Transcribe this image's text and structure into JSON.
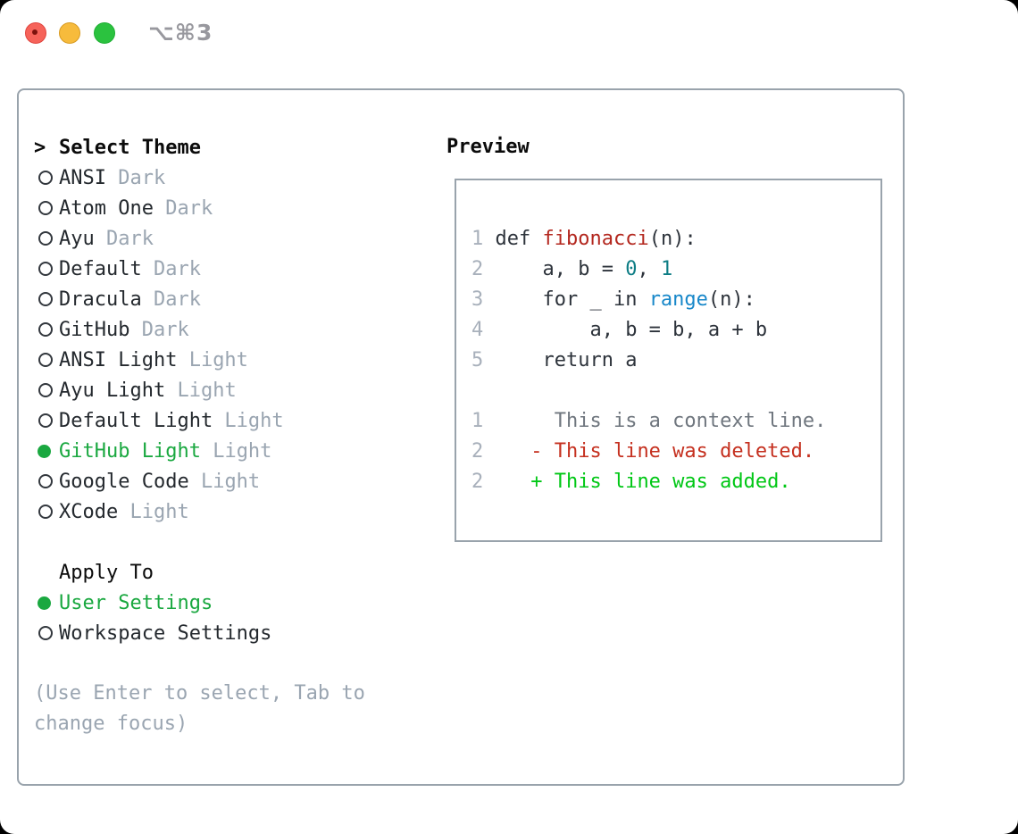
{
  "window": {
    "shortcut_label": "⌥⌘3",
    "traffic_lights": [
      {
        "name": "close",
        "color": "#f6635a",
        "has_unsaved_dot": true
      },
      {
        "name": "minimize",
        "color": "#f7bb3c",
        "has_unsaved_dot": false
      },
      {
        "name": "zoom",
        "color": "#2bc23f",
        "has_unsaved_dot": false
      }
    ]
  },
  "theme_panel": {
    "title_prefix": ">",
    "title": "Select Theme",
    "items": [
      {
        "label": "ANSI",
        "variant": "Dark",
        "selected": false
      },
      {
        "label": "Atom One",
        "variant": "Dark",
        "selected": false
      },
      {
        "label": "Ayu",
        "variant": "Dark",
        "selected": false
      },
      {
        "label": "Default",
        "variant": "Dark",
        "selected": false
      },
      {
        "label": "Dracula",
        "variant": "Dark",
        "selected": false
      },
      {
        "label": "GitHub",
        "variant": "Dark",
        "selected": false
      },
      {
        "label": "ANSI Light",
        "variant": "Light",
        "selected": false
      },
      {
        "label": "Ayu Light",
        "variant": "Light",
        "selected": false
      },
      {
        "label": "Default Light",
        "variant": "Light",
        "selected": false
      },
      {
        "label": "GitHub Light",
        "variant": "Light",
        "selected": true
      },
      {
        "label": "Google Code",
        "variant": "Light",
        "selected": false
      },
      {
        "label": "XCode",
        "variant": "Light",
        "selected": false
      }
    ],
    "apply_to": {
      "title": "Apply To",
      "options": [
        {
          "label": "User Settings",
          "selected": true
        },
        {
          "label": "Workspace Settings",
          "selected": false
        }
      ]
    },
    "hint_lines": [
      "(Use Enter to select, Tab to",
      "change focus)"
    ]
  },
  "preview": {
    "title": "Preview",
    "lines": [
      [
        {
          "c": "num",
          "t": "1 "
        },
        {
          "c": "code",
          "t": "def "
        },
        {
          "c": "func",
          "t": "fibonacci"
        },
        {
          "c": "code",
          "t": "(n):"
        }
      ],
      [
        {
          "c": "num",
          "t": "2 "
        },
        {
          "c": "code",
          "t": "    a, b = "
        },
        {
          "c": "numlit",
          "t": "0"
        },
        {
          "c": "code",
          "t": ", "
        },
        {
          "c": "numlit",
          "t": "1"
        }
      ],
      [
        {
          "c": "num",
          "t": "3 "
        },
        {
          "c": "code",
          "t": "    for _ in "
        },
        {
          "c": "builtin",
          "t": "range"
        },
        {
          "c": "code",
          "t": "(n):"
        }
      ],
      [
        {
          "c": "num",
          "t": "4 "
        },
        {
          "c": "code",
          "t": "        a, b = b, a + b"
        }
      ],
      [
        {
          "c": "num",
          "t": "5 "
        },
        {
          "c": "code",
          "t": "    return a"
        }
      ],
      [],
      [
        {
          "c": "num",
          "t": "1 "
        },
        {
          "c": "ctx",
          "t": "     This is a context line."
        }
      ],
      [
        {
          "c": "num",
          "t": "2 "
        },
        {
          "c": "del",
          "t": "   - This line was deleted."
        }
      ],
      [
        {
          "c": "num",
          "t": "2 "
        },
        {
          "c": "add",
          "t": "   + This line was added."
        }
      ]
    ]
  },
  "colors": {
    "accent_green": "#1aa840",
    "diff_added_green": "#00c715",
    "diff_deleted_red": "#c5301f",
    "function_red": "#b3271e",
    "builtin_blue": "#1787c9",
    "number_teal": "#0e7d85",
    "muted_gray": "#9aa5b1",
    "context_gray": "#6f767e",
    "gutter_gray": "#a8b0bb",
    "text_dark": "#24292e",
    "border_gray": "#99a3ac"
  }
}
